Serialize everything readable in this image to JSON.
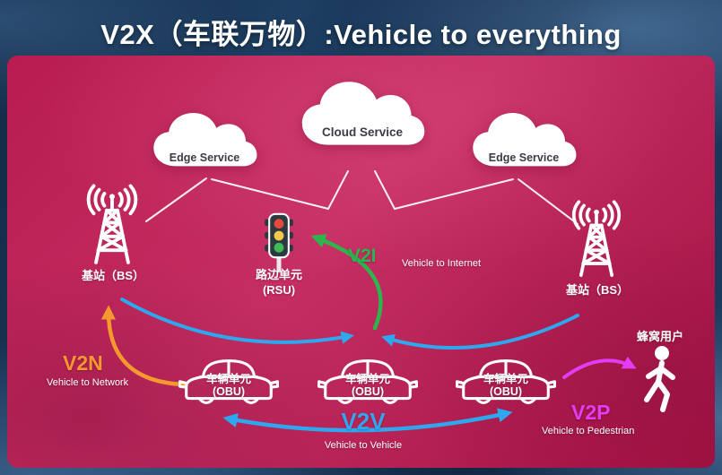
{
  "title": "V2X（车联万物）:Vehicle to everything",
  "clouds": {
    "center": {
      "label": "Cloud Service"
    },
    "edge_left": {
      "label": "Edge Service"
    },
    "edge_right": {
      "label": "Edge Service"
    }
  },
  "base_stations": {
    "left": {
      "label": "基站（BS）"
    },
    "right": {
      "label": "基站（BS）"
    }
  },
  "rsu": {
    "name": "路边单元",
    "abbr": "(RSU)"
  },
  "cars": [
    {
      "name": "车辆单元",
      "abbr": "(OBU)"
    },
    {
      "name": "车辆单元",
      "abbr": "(OBU)"
    },
    {
      "name": "车辆单元",
      "abbr": "(OBU)"
    }
  ],
  "pedestrian": {
    "label": "蜂窝用户"
  },
  "links": {
    "v2n": {
      "label": "V2N",
      "desc": "Vehicle to Network",
      "color": "#f5992e"
    },
    "v2i": {
      "label": "V2I",
      "desc": "Vehicle to Internet",
      "color": "#2db44d"
    },
    "v2v": {
      "label": "V2V",
      "desc": "Vehicle to Vehicle",
      "color": "#2fa7ef"
    },
    "v2p": {
      "label": "V2P",
      "desc": "Vehicle to Pedestrian",
      "color": "#e33cf2"
    }
  },
  "icons": {
    "traffic_light": {
      "red": "#e6483d",
      "yellow": "#f2c94c",
      "green": "#3dbb56"
    }
  },
  "colors": {
    "panel_bg": "#b5174a",
    "frame_bg": "#1b3a5c",
    "text": "#ffffff",
    "cloud_text": "#3c3c46"
  }
}
